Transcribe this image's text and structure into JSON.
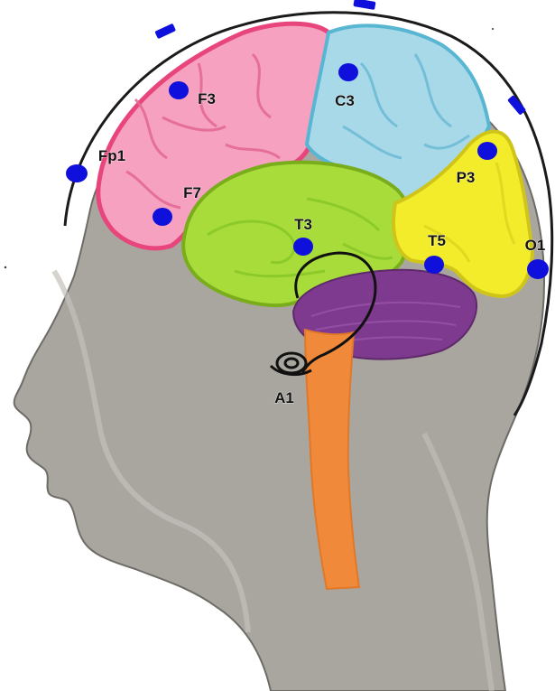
{
  "diagram": {
    "colors": {
      "head": "#a9a6a0",
      "head_edge": "#6e6c67",
      "frontal_lobe": "#f5a1bf",
      "frontal_edge": "#e8457c",
      "parietal_lobe": "#a8d9e8",
      "parietal_edge": "#58b6d3",
      "temporal_lobe": "#a8dc3a",
      "temporal_edge": "#79ad1c",
      "occipital_lobe": "#f2ec2a",
      "occipital_edge": "#cfc51a",
      "cerebellum": "#7e3a8e",
      "brainstem": "#f08a3a",
      "electrode": "#1010dd",
      "cap_line": "#1b1b1b"
    },
    "electrodes": [
      {
        "id": "fp1",
        "label": "Fp1"
      },
      {
        "id": "f3",
        "label": "F3"
      },
      {
        "id": "f7",
        "label": "F7"
      },
      {
        "id": "c3",
        "label": "C3"
      },
      {
        "id": "t3",
        "label": "T3"
      },
      {
        "id": "p3",
        "label": "P3"
      },
      {
        "id": "t5",
        "label": "T5"
      },
      {
        "id": "o1",
        "label": "O1"
      }
    ],
    "ear_electrode": {
      "id": "a1",
      "label": "A1"
    },
    "icons": [
      "ear-clip-icon",
      "electrode-dot-icon"
    ]
  }
}
